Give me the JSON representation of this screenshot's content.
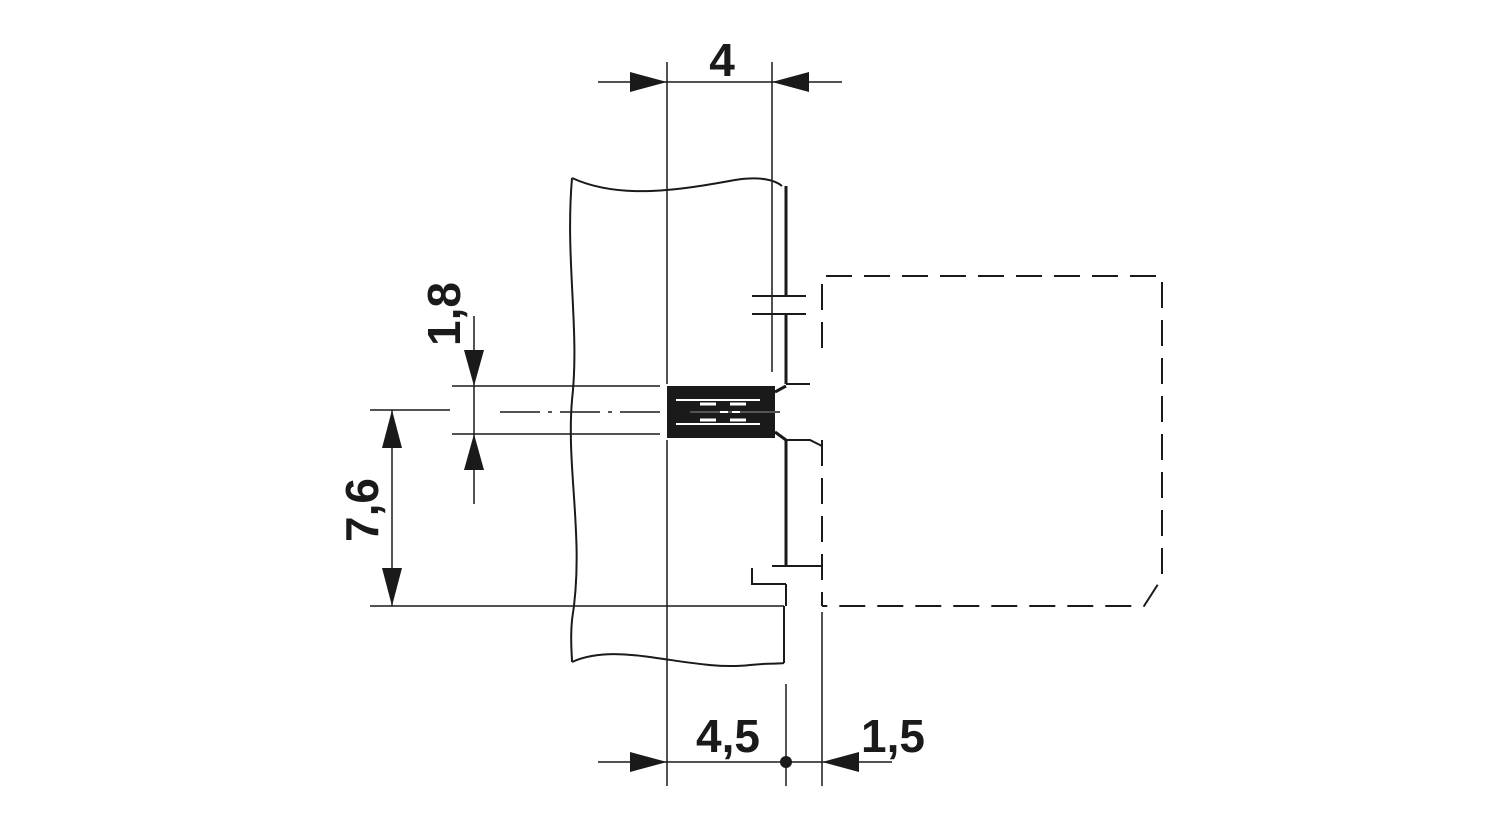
{
  "dimensions": {
    "top_width": "4",
    "pitch": "1,8",
    "height": "7,6",
    "bottom_left": "4,5",
    "bottom_right": "1,5"
  },
  "colors": {
    "line": "#1a1a1a",
    "background": "#ffffff"
  }
}
